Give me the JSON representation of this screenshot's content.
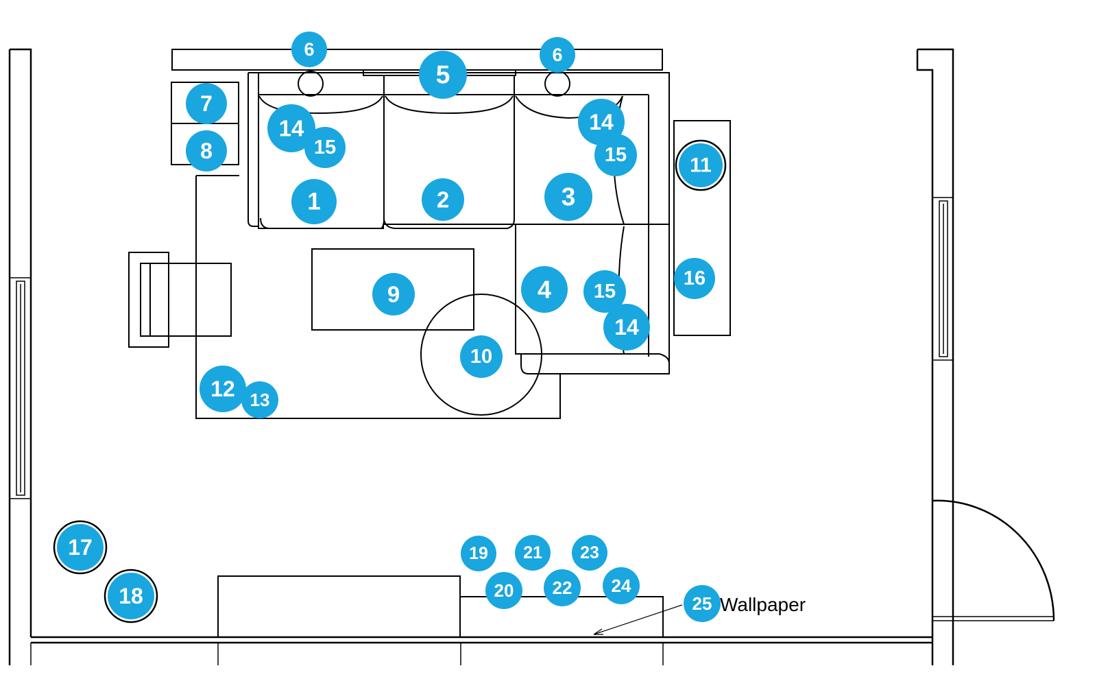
{
  "colors": {
    "marker": "#1AA6DF",
    "marker_text": "#FFFFFF",
    "line": "#000000",
    "background": "#FFFFFF"
  },
  "markers": [
    {
      "id": "m1",
      "label": "1"
    },
    {
      "id": "m2",
      "label": "2"
    },
    {
      "id": "m3",
      "label": "3"
    },
    {
      "id": "m4",
      "label": "4"
    },
    {
      "id": "m5",
      "label": "5"
    },
    {
      "id": "m6a",
      "label": "6"
    },
    {
      "id": "m6b",
      "label": "6"
    },
    {
      "id": "m7",
      "label": "7"
    },
    {
      "id": "m8",
      "label": "8"
    },
    {
      "id": "m9",
      "label": "9"
    },
    {
      "id": "m10",
      "label": "10"
    },
    {
      "id": "m11",
      "label": "11"
    },
    {
      "id": "m12",
      "label": "12"
    },
    {
      "id": "m13",
      "label": "13"
    },
    {
      "id": "m14a",
      "label": "14"
    },
    {
      "id": "m14b",
      "label": "14"
    },
    {
      "id": "m14c",
      "label": "14"
    },
    {
      "id": "m15a",
      "label": "15"
    },
    {
      "id": "m15b",
      "label": "15"
    },
    {
      "id": "m15c",
      "label": "15"
    },
    {
      "id": "m16",
      "label": "16"
    },
    {
      "id": "m17",
      "label": "17"
    },
    {
      "id": "m18",
      "label": "18"
    },
    {
      "id": "m19",
      "label": "19"
    },
    {
      "id": "m20",
      "label": "20"
    },
    {
      "id": "m21",
      "label": "21"
    },
    {
      "id": "m22",
      "label": "22"
    },
    {
      "id": "m23",
      "label": "23"
    },
    {
      "id": "m24",
      "label": "24"
    },
    {
      "id": "m25",
      "label": "25"
    }
  ],
  "annotation": {
    "text": "Wallpaper"
  }
}
